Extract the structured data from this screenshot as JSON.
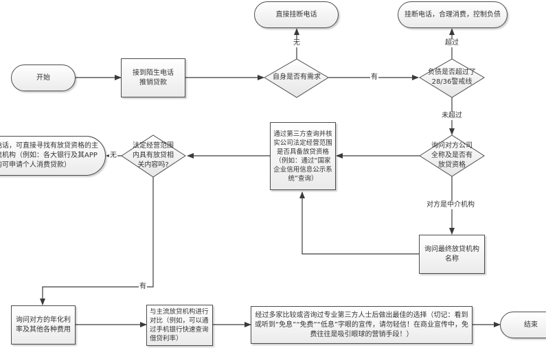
{
  "title": "陌生电话推销贷款应对流程",
  "nodes": {
    "start": "开始",
    "receive_call": "接到陌生电话推销贷款",
    "need_decision": "自身是否有需求",
    "hang_up_direct": "直接挂断电话",
    "debt_decision": "负债是否超过了28/36警戒线",
    "hang_up_control": "挂断电话，合理消费，控制负债",
    "ask_company_decision": "询问对方公司全称及是否有放贷资格",
    "verify_third_party": "通过第三方查询并核实公司法定经营范围是否具备放贷资格（例如：通过“国家企业信用信息公示系统”查询）",
    "ask_final_lender": "询问最终放贷机构名称",
    "scope_decision": "法定经营范围内具有放贷相关内容吗?",
    "mainstream_lenders": "电话，可直接寻找有放贷资格的主流机构（例如：各大银行及其APP均可申请个人消费贷款）",
    "ask_rates": "询问对方的年化利率及其他各种费用",
    "compare": "与主流放贷机构进行对比（例如，可以通过手机银行快速查询借贷利率）",
    "best_choice": "经过多家比较或咨询过专业第三方人士后做出最佳的选择（切记：看到或听到“免息”“免费”“低息”字眼的宣传，请勿轻信！在商业宣传中，免费往往是吸引眼球的营销手段！）",
    "end": "结束"
  },
  "edge_labels": {
    "no_need": "无",
    "has_need": "有",
    "exceeds": "超过",
    "not_exceeds": "未超过",
    "intermediary": "对方是中介机构",
    "scope_no": "无",
    "scope_yes": "有"
  },
  "colors": {
    "stroke": "#4a4a4a",
    "fill_top": "#ffffff",
    "fill_bottom": "#ebebeb",
    "text": "#333333"
  }
}
